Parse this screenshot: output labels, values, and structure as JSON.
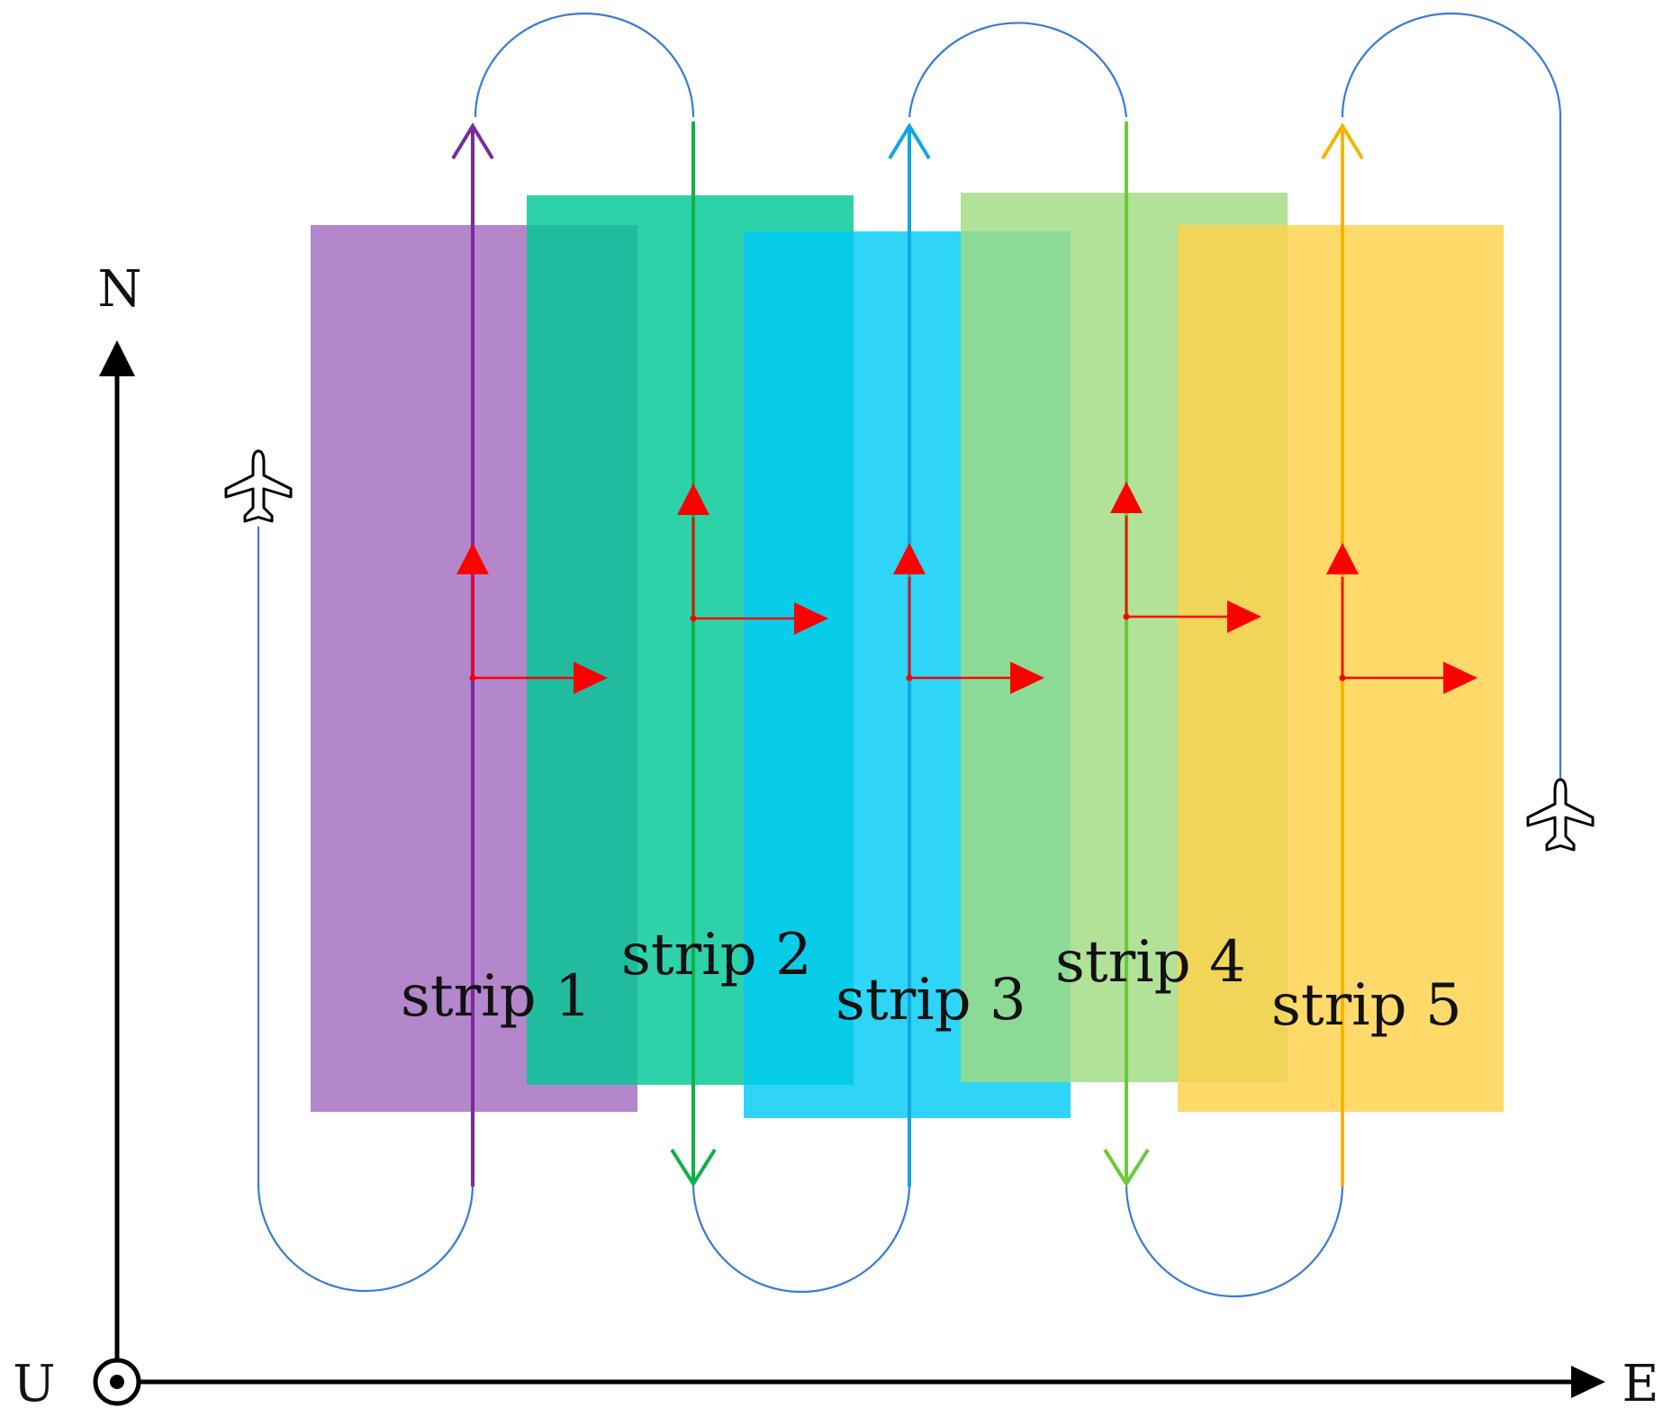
{
  "axes": {
    "north_label": "N",
    "east_label": "E",
    "up_label": "U",
    "color": "#000000"
  },
  "flight_path_color": "#3a7bd5",
  "body_frame_color": "#ff0000",
  "strips": [
    {
      "label": "strip 1",
      "fill": "#a46bc0",
      "line": "#7a2aa0",
      "direction": "north"
    },
    {
      "label": "strip 2",
      "fill": "#00c896",
      "line": "#12b04a",
      "direction": "south"
    },
    {
      "label": "strip 3",
      "fill": "#00ccf5",
      "line": "#10a8e0",
      "direction": "north"
    },
    {
      "label": "strip 4",
      "fill": "#a0dc80",
      "line": "#6cc83c",
      "direction": "south"
    },
    {
      "label": "strip 5",
      "fill": "#ffd24a",
      "line": "#f5b400",
      "direction": "north"
    }
  ],
  "icons": {
    "start": "airplane-icon",
    "end": "airplane-icon"
  }
}
